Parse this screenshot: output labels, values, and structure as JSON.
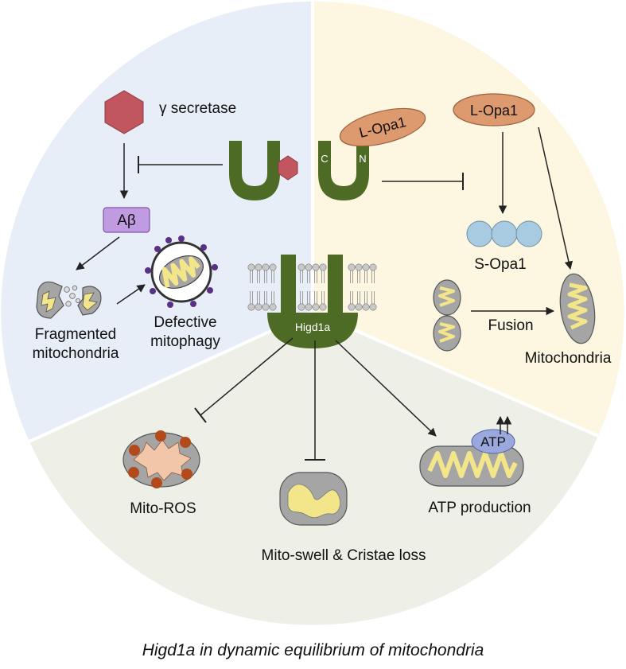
{
  "sectors": {
    "left_color": "#e8eef7",
    "right_color": "#fdf7e1",
    "bottom_color": "#eef0e7"
  },
  "labels": {
    "gamma_secretase": "γ secretase",
    "abeta": "Aβ",
    "fragmented_line1": "Fragmented",
    "fragmented_line2": "mitochondria",
    "defective_line1": "Defective",
    "defective_line2": "mitophagy",
    "l_opa1_left": "L-Opa1",
    "l_opa1_right": "L-Opa1",
    "c_terminal": "C",
    "n_terminal": "N",
    "s_opa1": "S-Opa1",
    "fusion": "Fusion",
    "mitochondria": "Mitochondria",
    "higd1a": "Higd1a",
    "mito_ros": "Mito-ROS",
    "mito_swell": "Mito-swell & Cristae loss",
    "atp": "ATP",
    "atp_production": "ATP production"
  },
  "caption": "Higd1a in dynamic equilibrium of mitochondria",
  "colors": {
    "higd1a_green": "#4d6b25",
    "secretase_red": "#c1565e",
    "opa1_orange": "#dd9a6e",
    "s_opa1_blue": "#a9cbe2",
    "abeta_purple": "#c19be2",
    "mito_yellow": "#f3e58a",
    "mito_grey": "#a5a5a5",
    "ros_red": "#b24a1a",
    "atp_blue": "#9aa8dd",
    "mitophagy_purple": "#5a2f86"
  }
}
